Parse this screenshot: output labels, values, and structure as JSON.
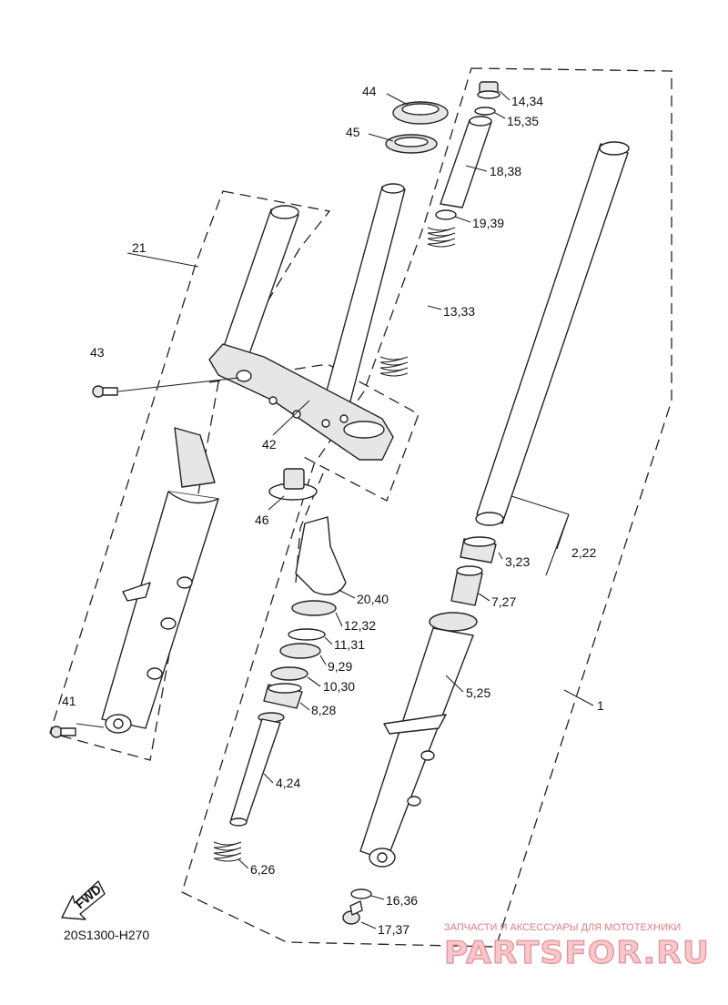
{
  "labels": {
    "l44": "44",
    "l45": "45",
    "l14_34": "14,34",
    "l15_35": "15,35",
    "l18_38": "18,38",
    "l19_39": "19,39",
    "l13_33": "13,33",
    "l21": "21",
    "l43": "43",
    "l42": "42",
    "l46": "46",
    "l20_40": "20,40",
    "l2_22": "2,22",
    "l3_23": "3,23",
    "l7_27": "7,27",
    "l12_32": "12,32",
    "l11_31": "11,31",
    "l9_29": "9,29",
    "l10_30": "10,30",
    "l8_28": "8,28",
    "l5_25": "5,25",
    "l1": "1",
    "l41": "41",
    "l4_24": "4,24",
    "l6_26": "6,26",
    "l16_36": "16,36",
    "l17_37": "17,37"
  },
  "fwd_label": "FWD",
  "diagram_code": "20S1300-H270",
  "watermark": {
    "tagline": "ЗАПЧАСТИ И АКСЕССУАРЫ ДЛЯ МОТОТЕХНИКИ",
    "logo": "PARTSFOR.RU",
    "color": "#e58f97"
  }
}
